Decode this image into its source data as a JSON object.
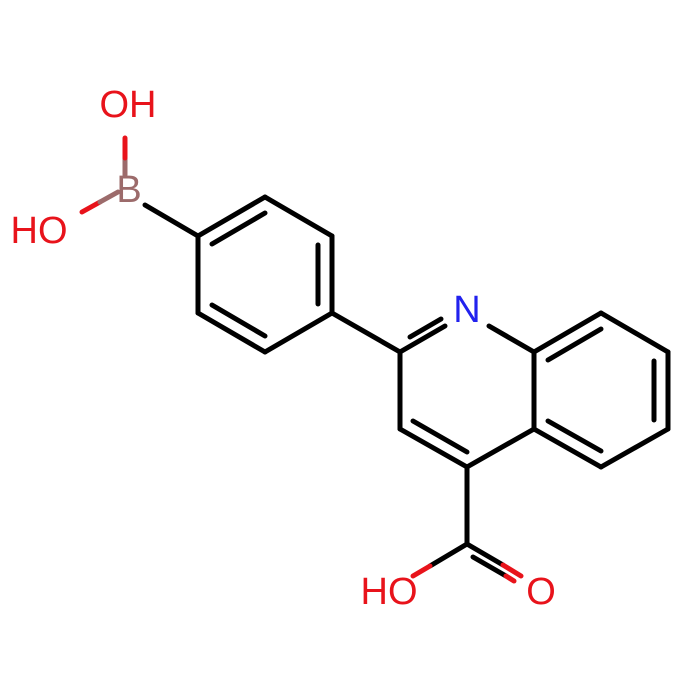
{
  "molecule": {
    "atoms": {
      "boron": "B",
      "hydroxyl_top": "OH",
      "hydroxyl_left": "HO",
      "nitrogen": "N",
      "carboxyl_oh": "HO",
      "carboxyl_o": "O"
    },
    "colors": {
      "bond": "#000000",
      "oxygen": "#e8131b",
      "nitrogen": "#2222ee",
      "boron": "#9c6b6b"
    }
  }
}
